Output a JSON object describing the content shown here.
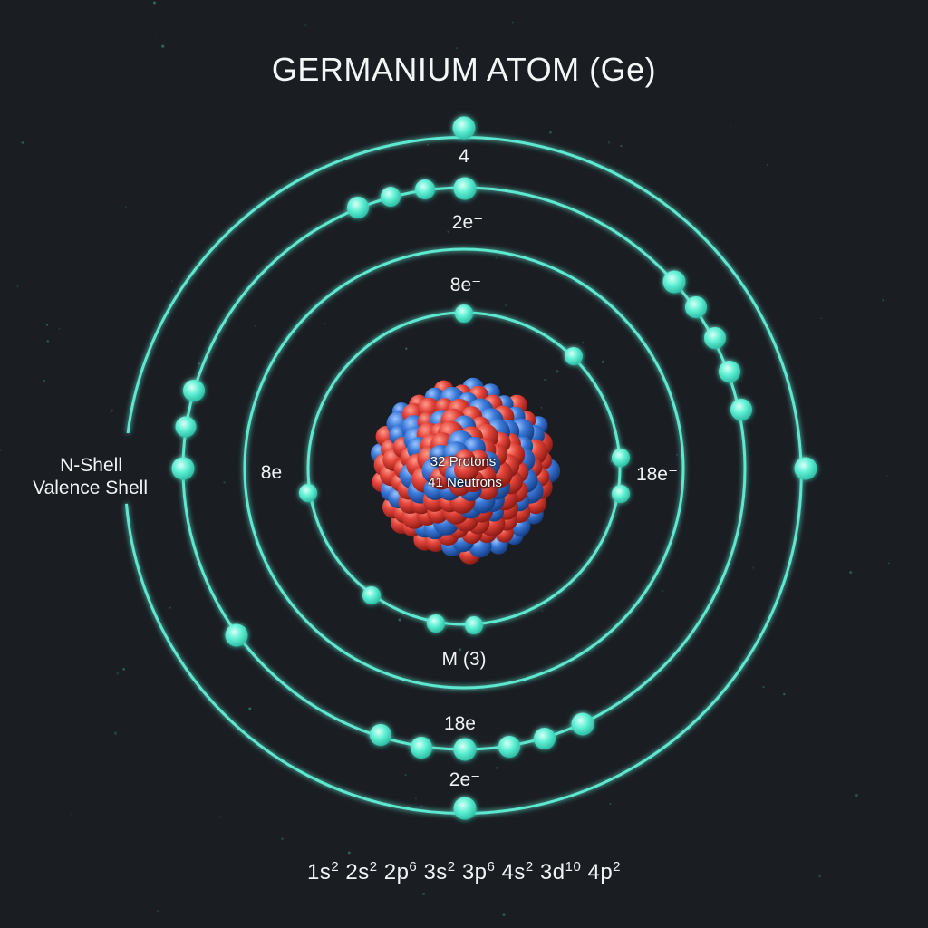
{
  "title": "GERMANIUM ATOM (Ge)",
  "nucleus": {
    "protons_label": "32 Protons",
    "neutrons_label": "41 Neutrons"
  },
  "shell_labels": {
    "top_outer": "4",
    "top_second": "2e⁻",
    "top_inner": "8e⁻",
    "left_inner": "8e⁻",
    "right_inner": "18e⁻",
    "bottom_inner": "M (3)",
    "bottom_second": "18e⁻",
    "bottom_outer": "2e⁻"
  },
  "side_label": {
    "line1": "N-Shell",
    "line2": "Valence Shell"
  },
  "configuration": [
    {
      "term": "1s",
      "exp": "2"
    },
    {
      "term": "2s",
      "exp": "2"
    },
    {
      "term": "2p",
      "exp": "6"
    },
    {
      "term": "3s",
      "exp": "2"
    },
    {
      "term": "3p",
      "exp": "6"
    },
    {
      "term": "4s",
      "exp": "2"
    },
    {
      "term": "3d",
      "exp": "10"
    },
    {
      "term": "4p",
      "exp": "2"
    }
  ],
  "colors": {
    "background": "#1a1e23",
    "orbit": "#5ee8d0",
    "electron": "#5ff0d4",
    "proton": "#e2443a",
    "neutron": "#3a78d8"
  }
}
